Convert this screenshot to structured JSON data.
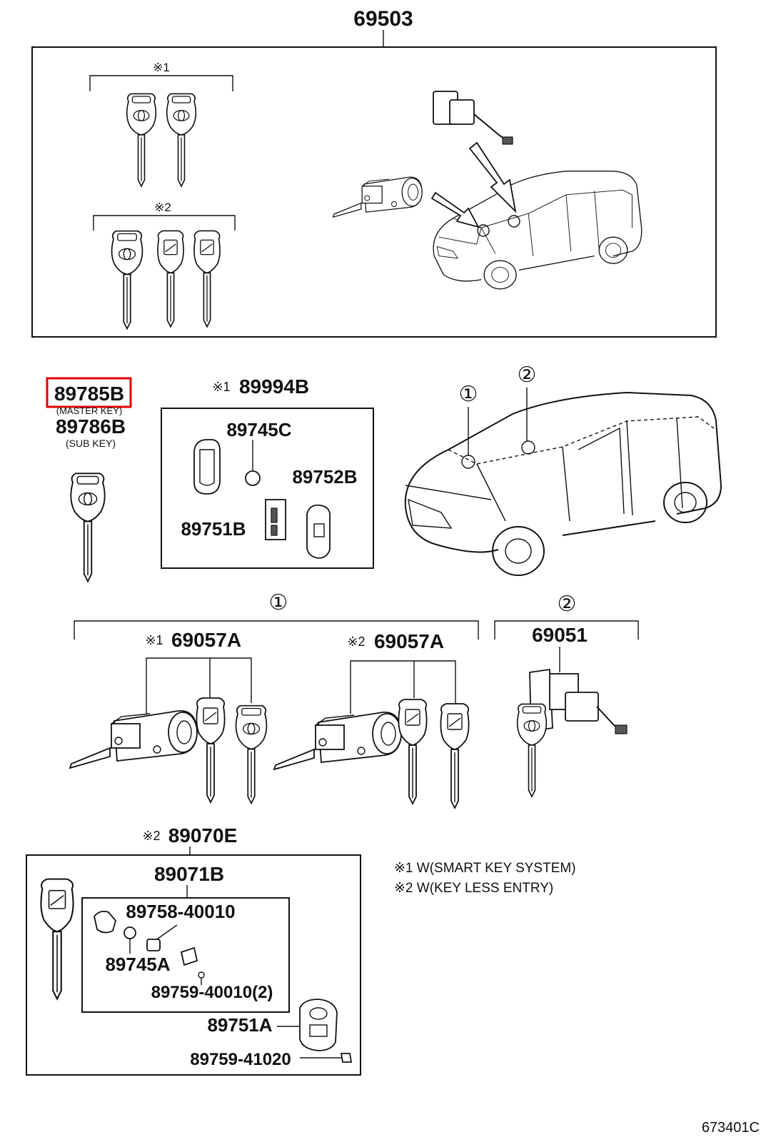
{
  "parts": {
    "assembly_top": "69503",
    "master_key": "89785B",
    "master_key_label": "(MASTER KEY)",
    "sub_key": "89786B",
    "sub_key_label": "(SUB KEY)",
    "smart_kit_mark": "※1",
    "smart_kit": "89994B",
    "cell_c": "89745C",
    "case_b": "89752B",
    "cover_b": "89751B",
    "cyl_1_mark": "※1",
    "cylinder_smart": "69057A",
    "cyl_2_mark": "※2",
    "cylinder_keyless": "69057A",
    "door_cylinder": "69051",
    "keyless_mark": "※2",
    "keyless_kit": "89070E",
    "transmitter": "89071B",
    "cover_case": "89758-40010",
    "cell_a": "89745A",
    "screw_2": "89759-40010(2)",
    "cover_a": "89751A",
    "screw_1": "89759-41020"
  },
  "markers": {
    "note1_short": "※1",
    "note2_short": "※2",
    "ref1": "①",
    "ref2": "②"
  },
  "notes": {
    "note1": "※1 W(SMART KEY SYSTEM)",
    "note2": "※2 W(KEY LESS ENTRY)"
  },
  "diagram_id": "673401C",
  "colors": {
    "highlight": "#e60000",
    "ink": "#111111"
  }
}
